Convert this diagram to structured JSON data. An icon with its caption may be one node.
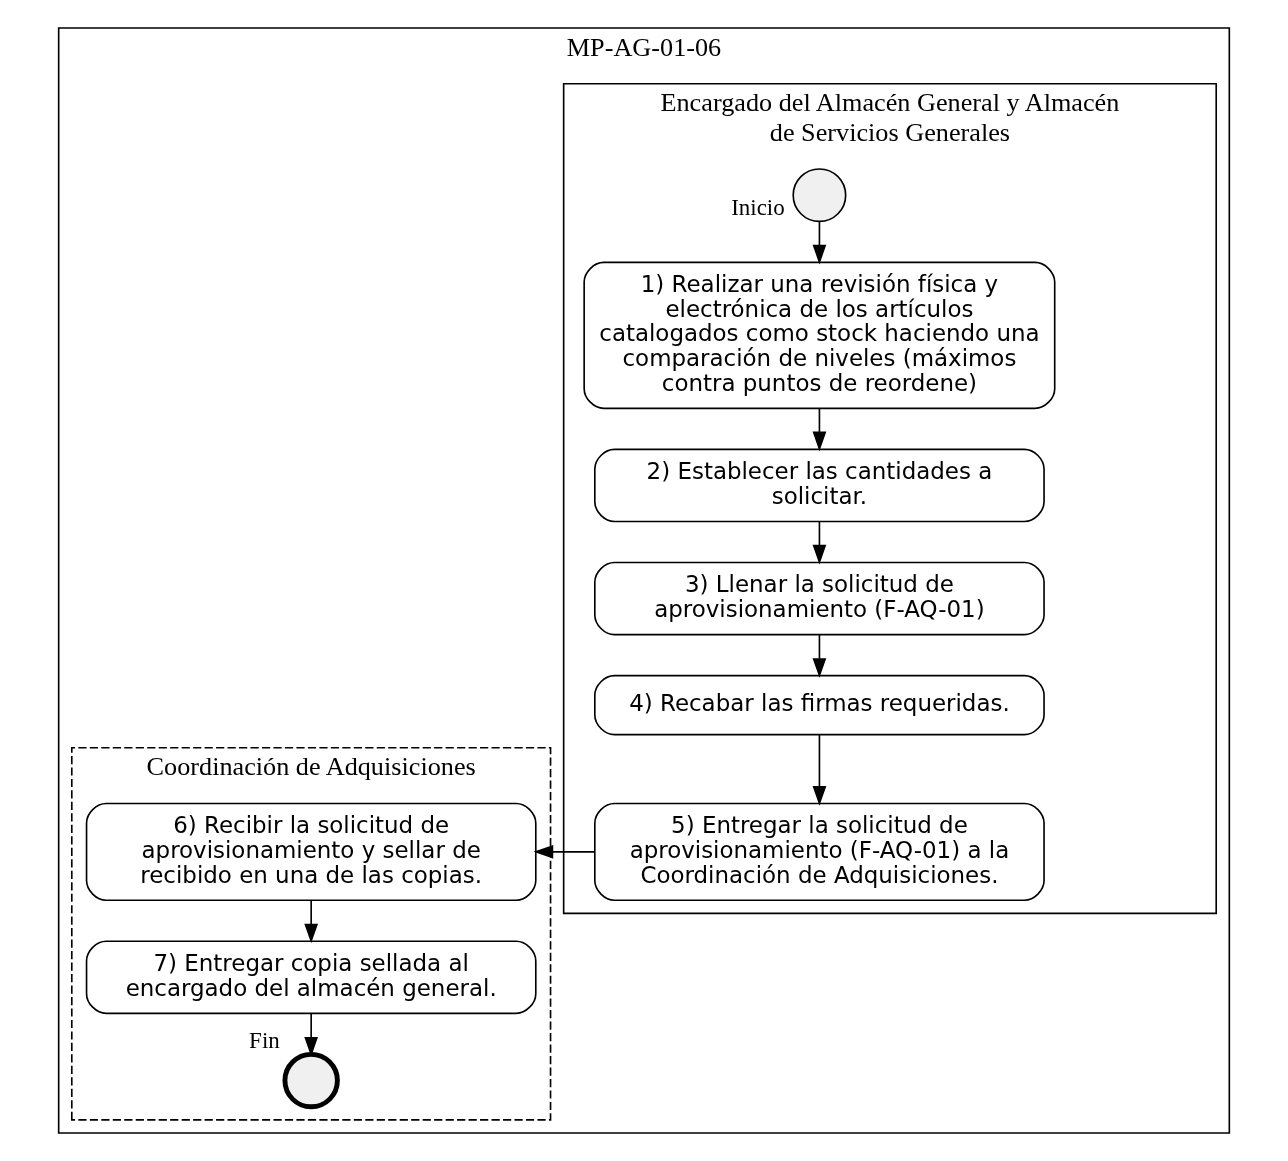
{
  "diagram": {
    "nodes": [
      {
        "text": [
          "MP-AG-01-06"
        ]
      },
      {
        "text": [
          "Encargado del Almacén General y Almacén de Servicios Generales"
        ],
        "in": 0
      },
      {
        "text": [
          "Coordinación de Adquisiciones"
        ],
        "in": 0
      },
      {
        "text": [],
        "shape": "circle",
        "beside": [
          "Inicio"
        ],
        "in": 1
      },
      {
        "text": [
          "1) Realizar una revisión física y electrónica de los artículos catalogados como stock haciendo una comparación de niveles (máximos contra puntos de reordene)"
        ],
        "in": 1
      },
      {
        "text": [
          "2) Establecer las cantidades a solicitar."
        ],
        "in": 1
      },
      {
        "text": [
          "3) Llenar la solicitud de aprovisionamiento (F-AQ-01)"
        ],
        "in": 1
      },
      {
        "text": [
          "4) Recabar las firmas requeridas."
        ],
        "in": 1
      },
      {
        "text": [
          "5) Entregar la solicitud de aprovisionamiento (F-AQ-01) a la Coordinación de Adquisiciones."
        ],
        "in": 1
      },
      {
        "text": [
          "6) Recibir la solicitud de aprovisionamiento y sellar de recibido en una de las copias."
        ],
        "in": 2
      },
      {
        "text": [
          "7) Entregar copia sellada al encargado del almacén general."
        ],
        "in": 2
      },
      {
        "text": [],
        "shape": "circle",
        "beside": [
          "Fin"
        ],
        "in": 2
      }
    ],
    "edges": [
      {
        "from": 3,
        "to": 4,
        "arrow": "to"
      },
      {
        "from": 4,
        "to": 5,
        "arrow": "to"
      },
      {
        "from": 5,
        "to": 6,
        "arrow": "to"
      },
      {
        "from": 6,
        "to": 7,
        "arrow": "to"
      },
      {
        "from": 7,
        "to": 8,
        "arrow": "to"
      },
      {
        "from": 8,
        "to": 9,
        "arrow": "to"
      },
      {
        "from": 9,
        "to": 10,
        "arrow": "to"
      },
      {
        "from": 10,
        "to": 11,
        "arrow": "to"
      }
    ]
  }
}
